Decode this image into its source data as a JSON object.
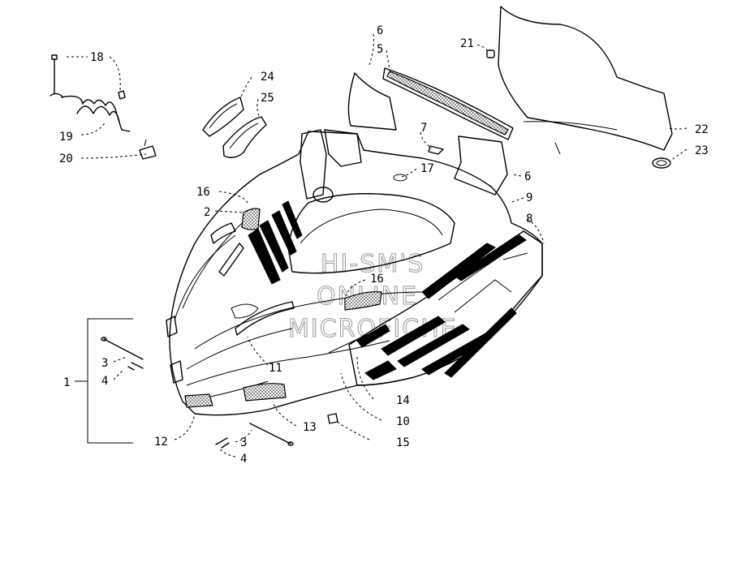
{
  "diagram": {
    "labels": {
      "p1": "1",
      "p2": "2",
      "p3a": "3",
      "p3b": "3",
      "p4a": "4",
      "p4b": "4",
      "p5": "5",
      "p6a": "6",
      "p6b": "6",
      "p7": "7",
      "p8": "8",
      "p9": "9",
      "p10": "10",
      "p11": "11",
      "p12": "12",
      "p13": "13",
      "p14": "14",
      "p15": "15",
      "p16a": "16",
      "p16b": "16",
      "p17": "17",
      "p18": "18",
      "p19": "19",
      "p20": "20",
      "p21": "21",
      "p22": "22",
      "p23": "23",
      "p24": "24",
      "p25": "25"
    },
    "watermark": [
      "HI-SM'S",
      "ONLINE",
      "MICROFICHE"
    ]
  }
}
